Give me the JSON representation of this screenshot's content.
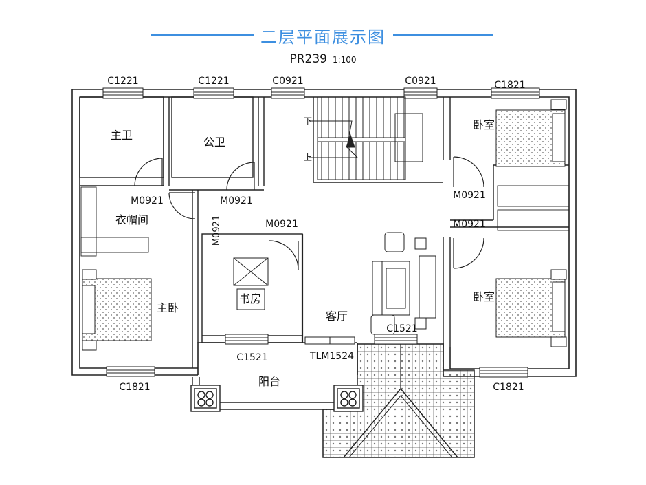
{
  "header": {
    "title": "二层平面展示图",
    "code": "PR239",
    "scale": "1:100",
    "accent_color": "#3d8fe0"
  },
  "rooms": {
    "master_bath": "主卫",
    "public_bath": "公卫",
    "walk_in_closet": "衣帽间",
    "master_bedroom": "主卧",
    "study": "书房",
    "living_room": "客厅",
    "balcony": "阳台",
    "bedroom_ne": "卧室",
    "bedroom_se": "卧室"
  },
  "stairs": {
    "down": "下",
    "up": "上"
  },
  "openings": {
    "window_c1221_a": "C1221",
    "window_c1221_b": "C1221",
    "window_c0921_a": "C0921",
    "window_c0921_b": "C0921",
    "window_c1821_ne": "C1821",
    "window_c1821_sw": "C1821",
    "window_c1821_se": "C1821",
    "window_c1521_study": "C1521",
    "window_c1521_living": "C1521",
    "door_m0921_master_bath": "M0921",
    "door_m0921_public_bath": "M0921",
    "door_m0921_vertical": "M0921",
    "door_m0921_study": "M0921",
    "door_m0921_bed_ne": "M0921",
    "door_m0921_bed_se": "M0921",
    "sliding_door_tlm1524": "TLM1524"
  }
}
